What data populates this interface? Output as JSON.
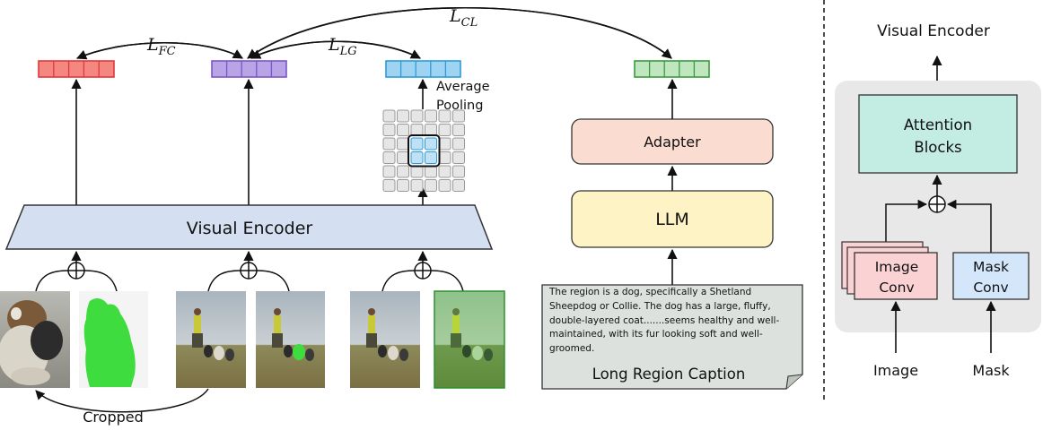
{
  "losses": {
    "fc": {
      "base": "L",
      "sub": "FC"
    },
    "lg": {
      "base": "L",
      "sub": "LG"
    },
    "cl": {
      "base": "L",
      "sub": "CL"
    }
  },
  "labels": {
    "visual_encoder": "Visual Encoder",
    "average_pooling_line1": "Average",
    "average_pooling_line2": "Pooling",
    "adapter": "Adapter",
    "llm": "LLM",
    "cropped": "Cropped",
    "long_region_caption": "Long Region Caption"
  },
  "caption_text": "The region is a dog, specifically a Shetland Sheepdog or Collie. The dog has a large, fluffy, double-layered coat.......seems healthy and well-maintained, with its fur looking soft and well-groomed.",
  "right_panel": {
    "title": "Visual Encoder",
    "attention_line1": "Attention",
    "attention_line2": "Blocks",
    "image_conv_line1": "Image",
    "image_conv_line2": "Conv",
    "mask_conv_line1": "Mask",
    "mask_conv_line2": "Conv",
    "input_image": "Image",
    "input_mask": "Mask"
  },
  "colors": {
    "fc_token": "#f4877f",
    "fc_border": "#e0393a",
    "lg_token": "#b9a4e6",
    "lg_border": "#7b56c8",
    "pool_token": "#9fd3f2",
    "pool_border": "#2e9bd8",
    "text_token": "#bfe6bf",
    "text_border": "#3d9a3d",
    "encoder_fill": "#d5dff2",
    "adapter_fill": "#fbdcd1",
    "llm_fill": "#fdf3c4",
    "attention_fill": "#c3ece2",
    "image_conv_fill": "#fbd2d4",
    "mask_conv_fill": "#d4e6fa",
    "caption_fill": "#dde1dd",
    "panel_fill": "#e8e8e8",
    "mask_green": "#3fdc3f"
  }
}
